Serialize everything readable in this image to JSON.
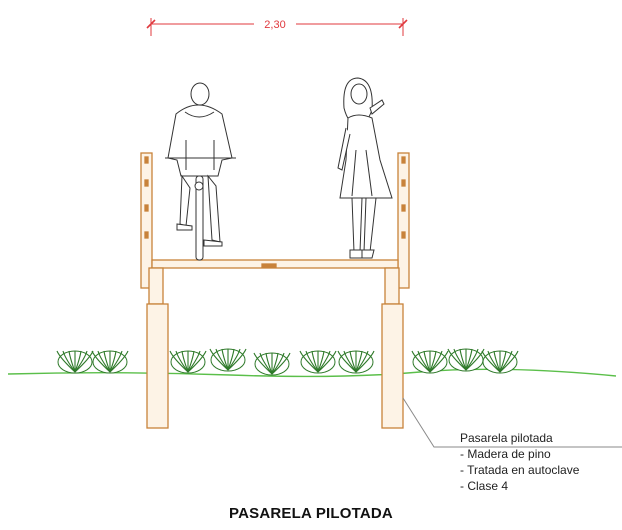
{
  "dimension": {
    "value": "2,30"
  },
  "callout": {
    "heading": "Pasarela pilotada",
    "lines": [
      "- Madera de pino",
      "- Tratada en autoclave",
      "- Clase 4"
    ]
  },
  "title": "PASARELA PILOTADA",
  "colors": {
    "wood": "#c8823a",
    "ground": "#5bbf4a",
    "dimension": "#e0393e",
    "figure": "#333333",
    "leader": "#8a8a8a"
  },
  "icons": {
    "cyclist": "cyclist-figure",
    "pedestrian": "woman-figure",
    "shrubs": "shrub-icon"
  }
}
